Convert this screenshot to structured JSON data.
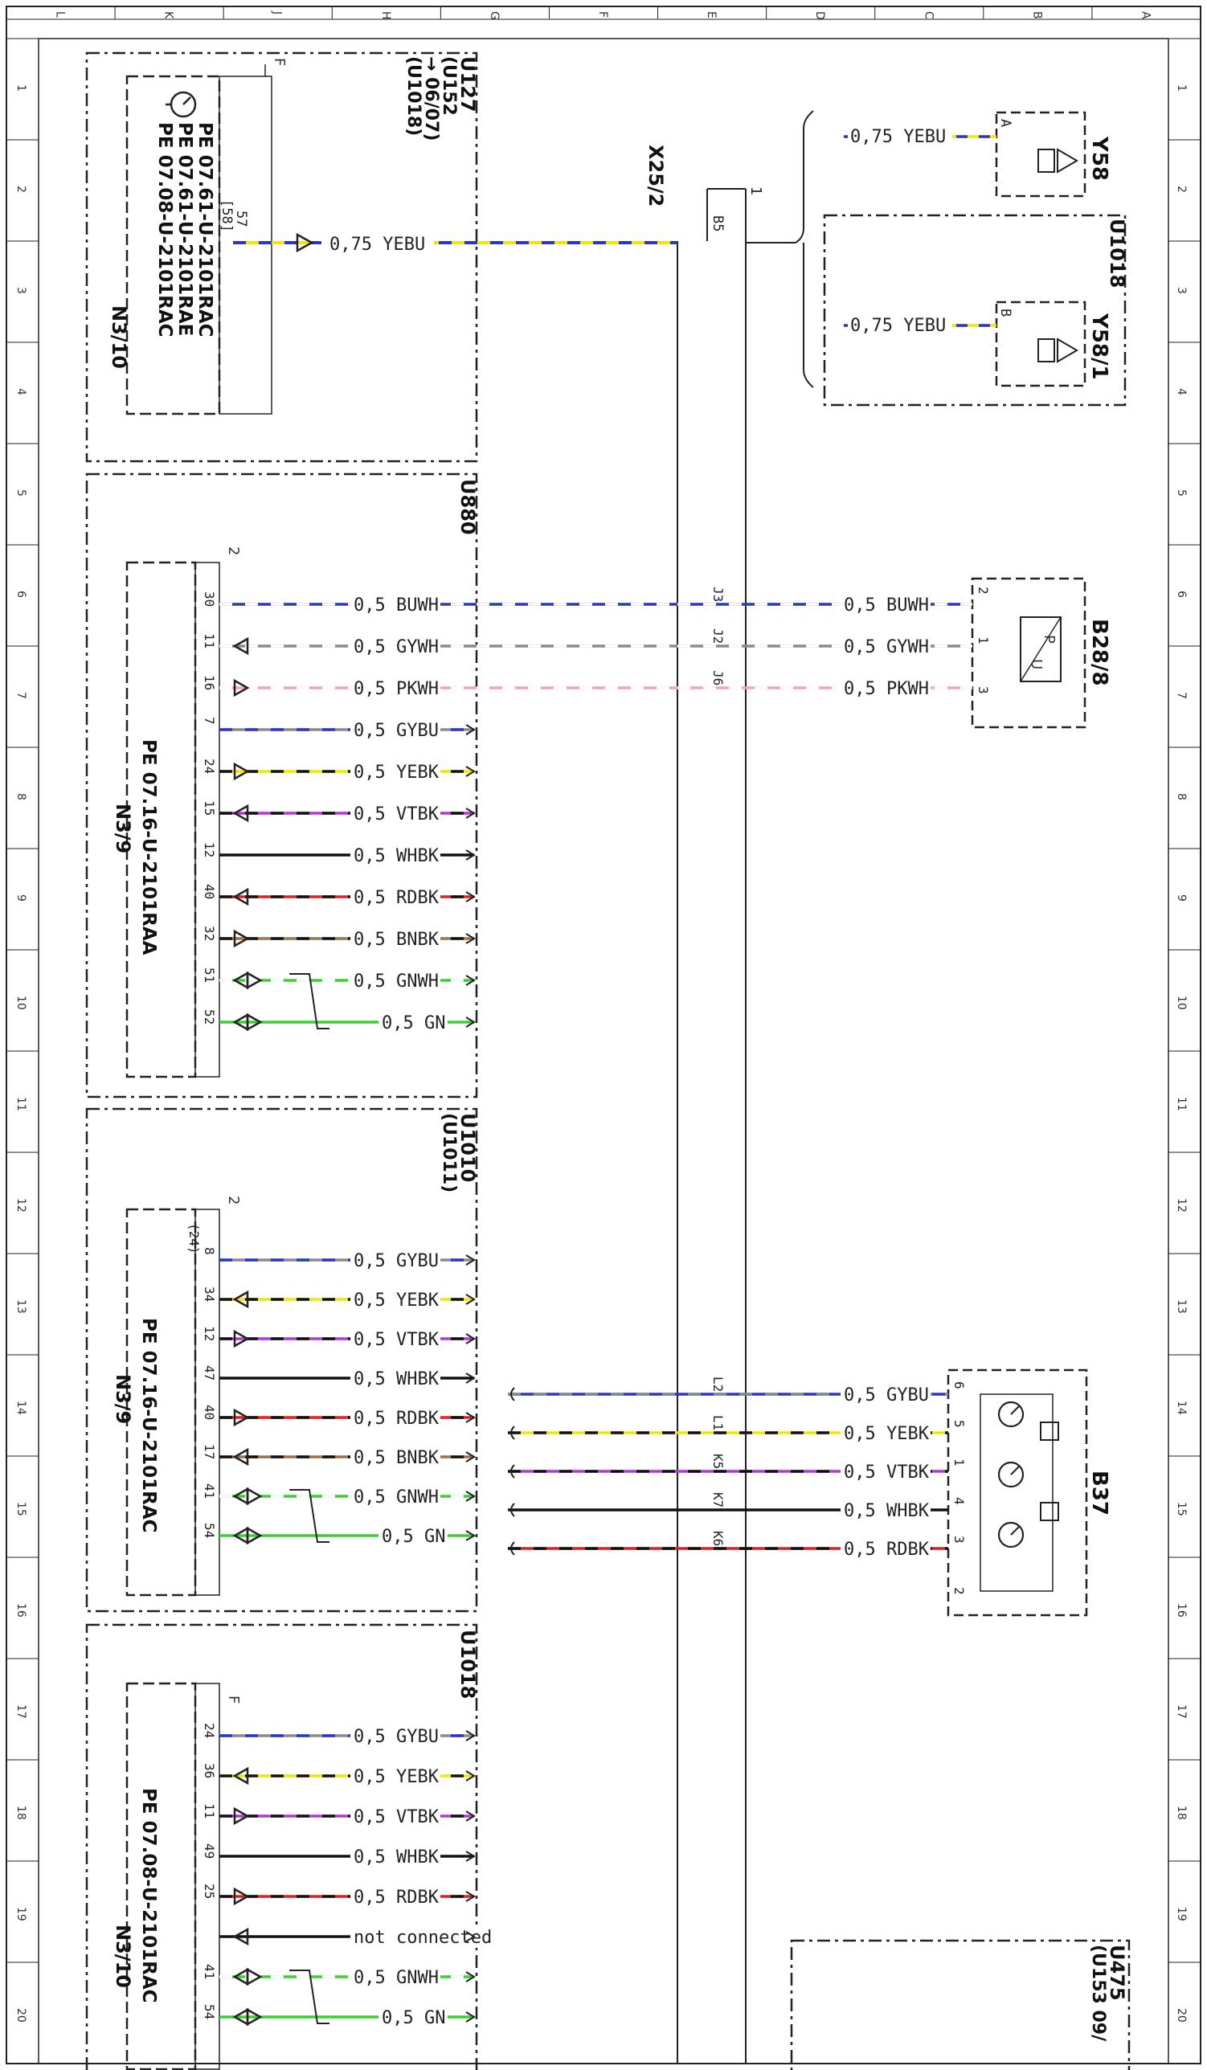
{
  "sheet": {
    "cols": [
      "A",
      "B",
      "C",
      "D",
      "E",
      "F",
      "G",
      "H",
      "J",
      "K",
      "L"
    ],
    "rows": [
      "1",
      "2",
      "3",
      "4",
      "5",
      "6",
      "7",
      "8",
      "9",
      "10",
      "11",
      "12",
      "13",
      "14",
      "15",
      "16",
      "17",
      "18",
      "19",
      "20"
    ]
  },
  "connector": {
    "name": "X25/2",
    "pin_label": "1"
  },
  "blocks": {
    "u127": {
      "label": "U127",
      "note1": "(U152",
      "note2": "→ 06/07)",
      "note3": "(U1018)",
      "unit": "N3/10",
      "version_lines": [
        "PE 07.61-U-2101RAC",
        "PE 07.61-U-2101RAE",
        "PE 07.08-U-2101RAC"
      ],
      "pin": "57",
      "pin_alt": "[58]",
      "pin_f": "F"
    },
    "u880": {
      "label": "U880",
      "unit": "N3/9",
      "version": "PE 07.16-U-2101RAA",
      "pin_count_label": "2"
    },
    "u1010": {
      "label": "U1010",
      "note1": "(U1011)",
      "unit": "N3/9",
      "version": "PE 07.16-U-2101RAC",
      "pin_count_label": "2"
    },
    "u1018": {
      "label": "U1018",
      "unit": "N3/10",
      "version": "PE 07.08-U-2101RAC",
      "pin_count_label": "F"
    },
    "u475": {
      "label": "U475",
      "note1": "(U153 09/"
    },
    "u1018_right": {
      "label": "U1018"
    }
  },
  "components": {
    "y58": {
      "name": "Y58",
      "pin": "A"
    },
    "y58_1": {
      "name": "Y58/1",
      "pin": "B"
    },
    "b28_8": {
      "name": "B28/8",
      "pins": [
        "2",
        "1",
        "3"
      ],
      "sym_p": "P",
      "sym_u": "U"
    },
    "b37": {
      "name": "B37",
      "pins": [
        "6",
        "5",
        "1",
        "4",
        "3",
        "2"
      ]
    }
  },
  "wires": {
    "yebu_main": "0,75 YEBU",
    "yebu_y58": "0,75 YEBU",
    "yebu_y58_1": "0,75 YEBU",
    "x25_b5": "B5",
    "n39a": [
      {
        "pin": "30",
        "label": "0,5 BUWH",
        "xpin": "J3",
        "right_label": "0,5 BUWH",
        "c1": "#2b36c8",
        "c2": "#ffffff"
      },
      {
        "pin": "11",
        "label": "0,5 GYWH",
        "xpin": "J2",
        "right_label": "0,5 GYWH",
        "c1": "#8a8a8a",
        "c2": "#ffffff"
      },
      {
        "pin": "16",
        "label": "0,5 PKWH",
        "xpin": "J6",
        "right_label": "0,5 PKWH",
        "c1": "#f4a3b8",
        "c2": "#ffffff"
      },
      {
        "pin": "7",
        "label": "0,5 GYBU",
        "c1": "#8a8a8a",
        "c2": "#2b36c8"
      },
      {
        "pin": "24",
        "label": "0,5 YEBK",
        "c1": "#f2e600",
        "c2": "#111111"
      },
      {
        "pin": "15",
        "label": "0,5 VTBK",
        "c1": "#b03ad0",
        "c2": "#111111"
      },
      {
        "pin": "12",
        "label": "0,5 WHBK",
        "c1": "#111111",
        "c2": "#111111"
      },
      {
        "pin": "40",
        "label": "0,5 RDBK",
        "c1": "#e02020",
        "c2": "#111111"
      },
      {
        "pin": "32",
        "label": "0,5 BNBK",
        "c1": "#a0704a",
        "c2": "#111111"
      },
      {
        "pin": "51",
        "label": "0,5 GNWH",
        "c1": "#38d030",
        "c2": "#ffffff"
      },
      {
        "pin": "52",
        "label": "0,5 GN",
        "c1": "#38d030",
        "c2": "#38d030"
      }
    ],
    "n39b": [
      {
        "pin": "8",
        "pin_alt": "(24)",
        "label": "0,5 GYBU",
        "c1": "#8a8a8a",
        "c2": "#2b36c8"
      },
      {
        "pin": "34",
        "label": "0,5 YEBK",
        "c1": "#f2e600",
        "c2": "#111111"
      },
      {
        "pin": "12",
        "label": "0,5 VTBK",
        "c1": "#b03ad0",
        "c2": "#111111"
      },
      {
        "pin": "47",
        "label": "0,5 WHBK",
        "c1": "#111111",
        "c2": "#111111"
      },
      {
        "pin": "40",
        "label": "0,5 RDBK",
        "c1": "#e02020",
        "c2": "#111111"
      },
      {
        "pin": "17",
        "label": "0,5 BNBK",
        "c1": "#a0704a",
        "c2": "#111111"
      },
      {
        "pin": "41",
        "label": "0,5 GNWH",
        "c1": "#38d030",
        "c2": "#ffffff"
      },
      {
        "pin": "54",
        "label": "0,5 GN",
        "c1": "#38d030",
        "c2": "#38d030"
      }
    ],
    "b37": [
      {
        "xpin": "L2",
        "label": "0,5 GYBU",
        "pin": "6",
        "c1": "#2b36c8",
        "c2": "#8a8a8a"
      },
      {
        "xpin": "L1",
        "label": "0,5 YEBK",
        "pin": "5",
        "c1": "#f2e600",
        "c2": "#111111"
      },
      {
        "xpin": "K5",
        "label": "0,5 VTBK",
        "pin": "1",
        "c1": "#b03ad0",
        "c2": "#111111"
      },
      {
        "xpin": "K7",
        "label": "0,5 WHBK",
        "pin": "4",
        "c1": "#111111",
        "c2": "#111111"
      },
      {
        "xpin": "K6",
        "label": "0,5 RDBK",
        "pin": "3",
        "c1": "#e02020",
        "c2": "#111111"
      }
    ],
    "n310": [
      {
        "pin": "24",
        "label": "0,5 GYBU",
        "c1": "#8a8a8a",
        "c2": "#2b36c8"
      },
      {
        "pin": "36",
        "label": "0,5 YEBK",
        "c1": "#f2e600",
        "c2": "#111111"
      },
      {
        "pin": "11",
        "label": "0,5 VTBK",
        "c1": "#b03ad0",
        "c2": "#111111"
      },
      {
        "pin": "49",
        "label": "0,5 WHBK",
        "c1": "#111111",
        "c2": "#111111"
      },
      {
        "pin": "25",
        "label": "0,5 RDBK",
        "c1": "#e02020",
        "c2": "#111111"
      },
      {
        "pin": "",
        "label": "not connected",
        "c1": "#111111",
        "c2": "#111111"
      },
      {
        "pin": "41",
        "label": "0,5 GNWH",
        "c1": "#38d030",
        "c2": "#ffffff"
      },
      {
        "pin": "54",
        "label": "0,5 GN",
        "c1": "#38d030",
        "c2": "#38d030"
      }
    ]
  }
}
